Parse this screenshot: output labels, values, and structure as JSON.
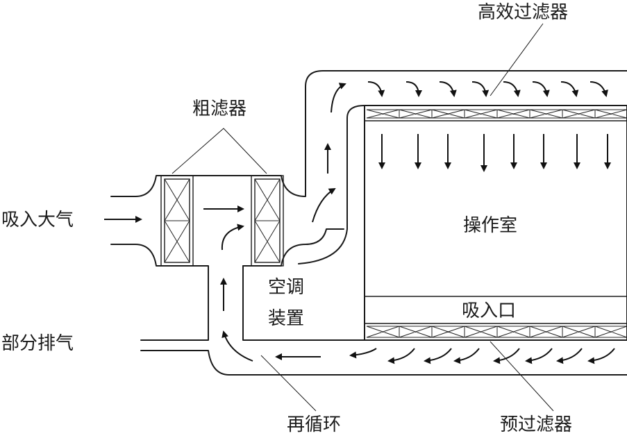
{
  "labels": {
    "hepa_filter": "高效过滤器",
    "coarse_filter": "粗滤器",
    "intake_air": "吸入大气",
    "partial_exhaust": "部分排气",
    "operating_room": "操作室",
    "ac_unit_line1": "空调",
    "ac_unit_line2": "装置",
    "suction_inlet": "吸入口",
    "recirculation": "再循环",
    "pre_filter": "预过滤器"
  },
  "colors": {
    "line": "#1a1a1a",
    "background": "#ffffff"
  }
}
